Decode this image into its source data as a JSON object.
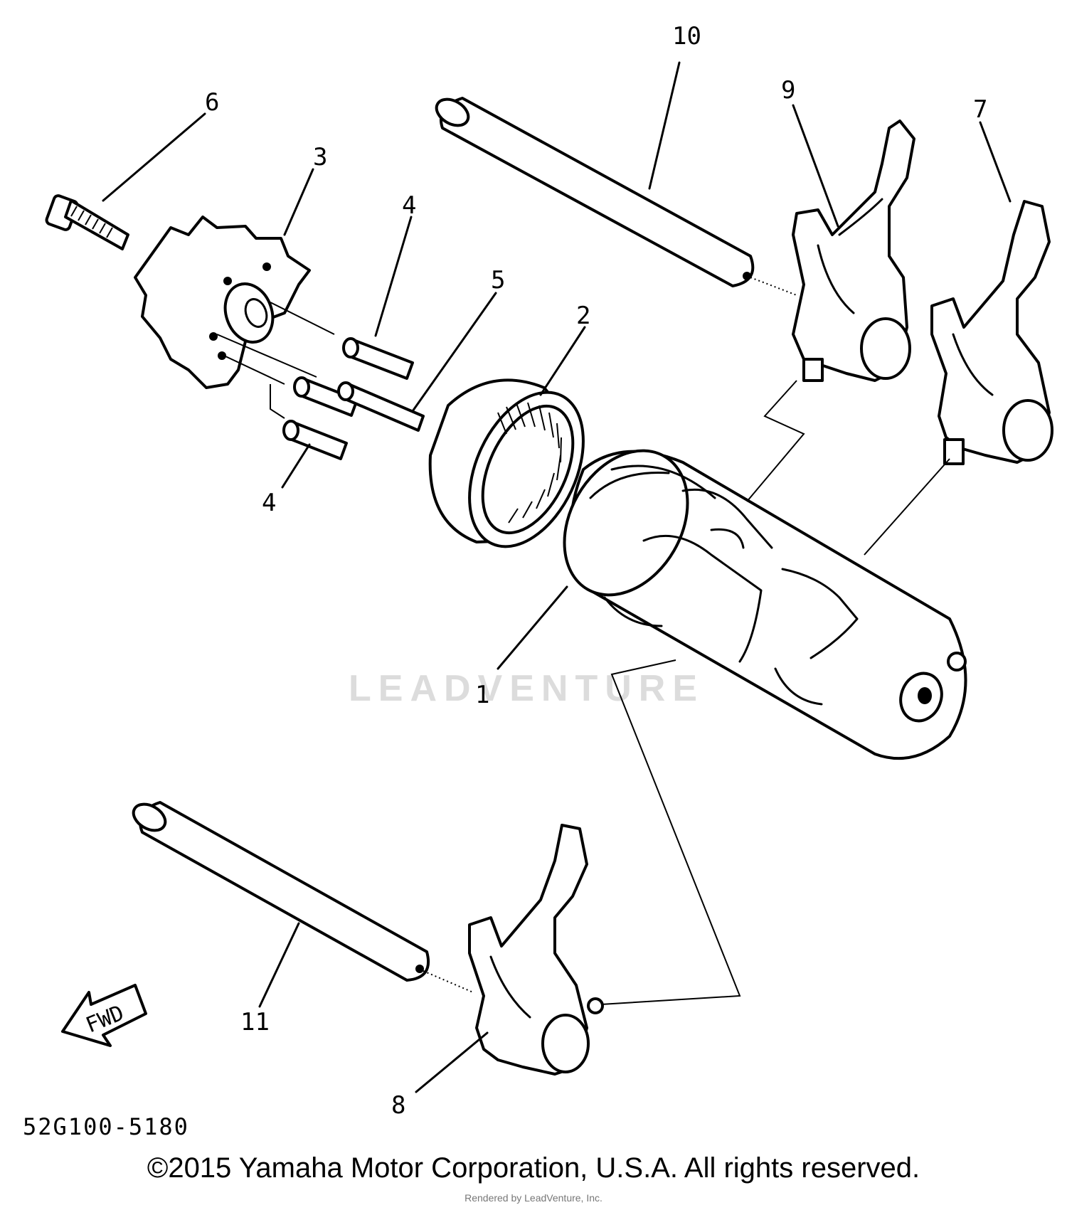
{
  "diagram": {
    "callouts": {
      "c1": "1",
      "c2": "2",
      "c3": "3",
      "c4a": "4",
      "c4b": "4",
      "c5": "5",
      "c6": "6",
      "c7": "7",
      "c8": "8",
      "c9": "9",
      "c10": "10",
      "c11": "11"
    },
    "fwd_label": "FWD",
    "diagram_code": "52G100-5180",
    "watermark": "LEADVENTURE"
  },
  "footer": {
    "copyright": "©2015 Yamaha Motor Corporation, U.S.A. All rights reserved.",
    "render_note": "Rendered by LeadVenture, Inc."
  }
}
